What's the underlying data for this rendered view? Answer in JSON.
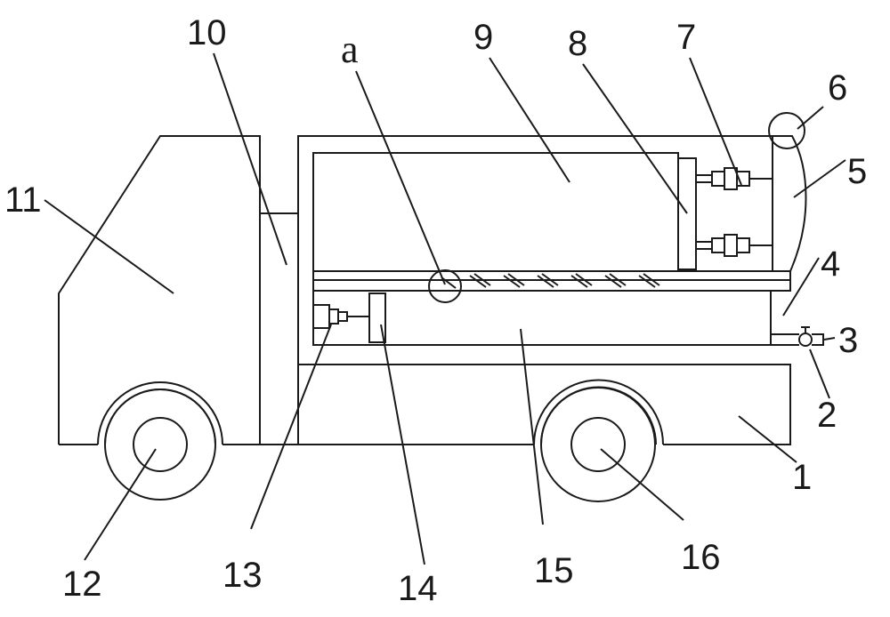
{
  "labels": {
    "l1": "1",
    "l2": "2",
    "l3": "3",
    "l4": "4",
    "l5": "5",
    "l6": "6",
    "l7": "7",
    "l8": "8",
    "l9": "9",
    "l10": "10",
    "l11": "11",
    "l12": "12",
    "l13": "13",
    "l14": "14",
    "l15": "15",
    "l16": "16",
    "la": "a"
  },
  "colors": {
    "stroke": "#1a1a1a",
    "background": "#ffffff"
  }
}
